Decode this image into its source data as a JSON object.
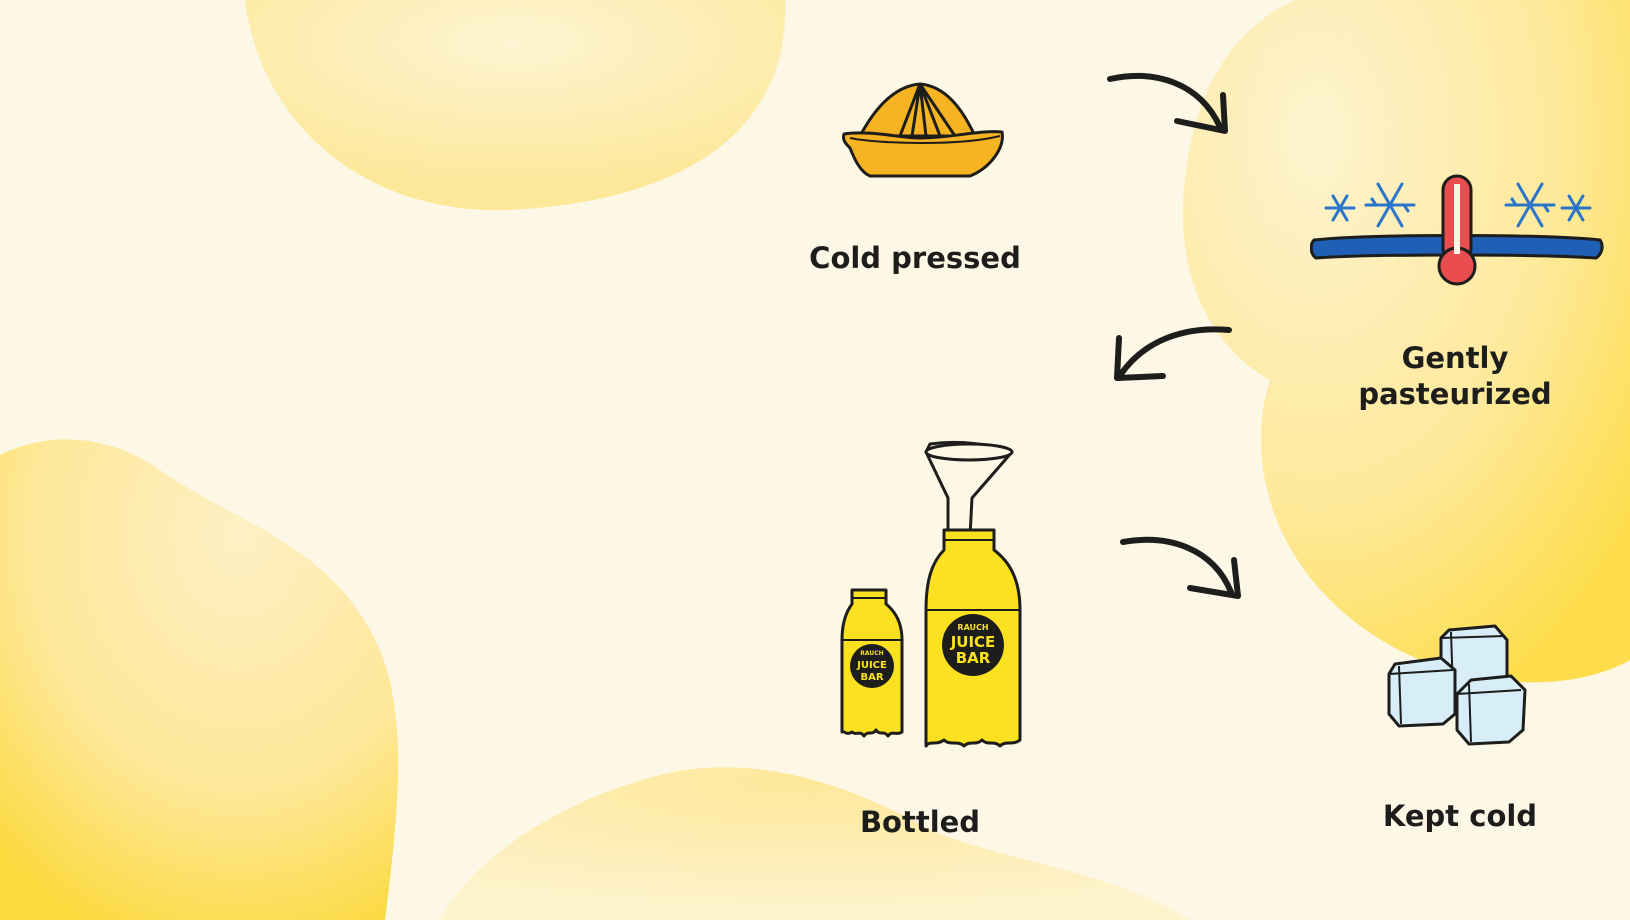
{
  "colors": {
    "background": "#fdf7e6",
    "blob_light": "#fdf0c4",
    "blob_mid": "#fee89a",
    "blob_strong": "#fddb45",
    "juicer": "#f7b422",
    "juice_yellow": "#fbe11f",
    "snowflake": "#2a75c9",
    "pasteurize_bar": "#1f5fb5",
    "thermometer_red": "#e94d4f",
    "ice": "#d7eef9",
    "ink": "#1d1d1b"
  },
  "steps": [
    {
      "id": "cold-pressed",
      "label": "Cold pressed",
      "icon": "juicer-icon"
    },
    {
      "id": "gently-pasteurized",
      "label_line1": "Gently",
      "label_line2": "pasteurized",
      "icon": "thermometer-snowflake-icon"
    },
    {
      "id": "bottled",
      "label": "Bottled",
      "icon": "bottles-funnel-icon"
    },
    {
      "id": "kept-cold",
      "label": "Kept cold",
      "icon": "ice-cubes-icon"
    }
  ],
  "bottle_logo": {
    "brand": "RAUCH",
    "line1": "JUICE",
    "line2": "BAR"
  }
}
